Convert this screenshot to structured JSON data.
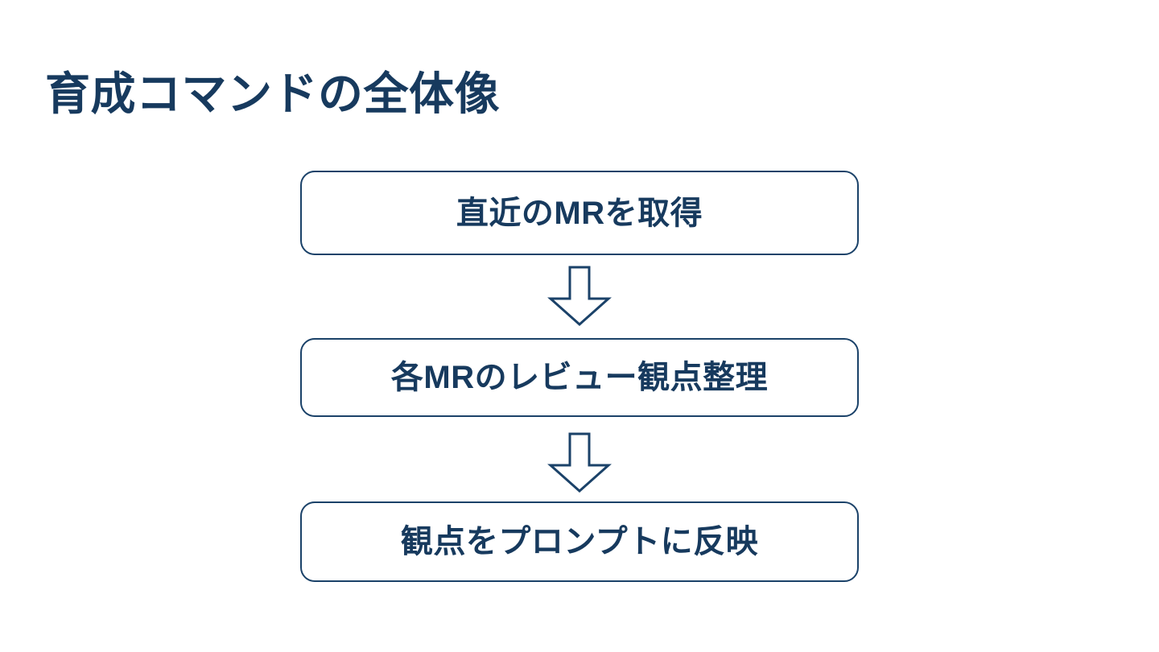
{
  "slide": {
    "title": "育成コマンドの全体像",
    "background_color": "#FFFFFF",
    "accent_color": "#173A5E",
    "border_color": "#1B4269"
  },
  "flow": {
    "orientation": "vertical",
    "nodes": [
      {
        "label": "直近のMRを取得"
      },
      {
        "label": "各MRのレビュー観点整理"
      },
      {
        "label": "観点をプロンプトに反映"
      }
    ],
    "connectors": [
      {
        "icon": "arrow-down-block-icon"
      },
      {
        "icon": "arrow-down-block-icon"
      }
    ]
  }
}
